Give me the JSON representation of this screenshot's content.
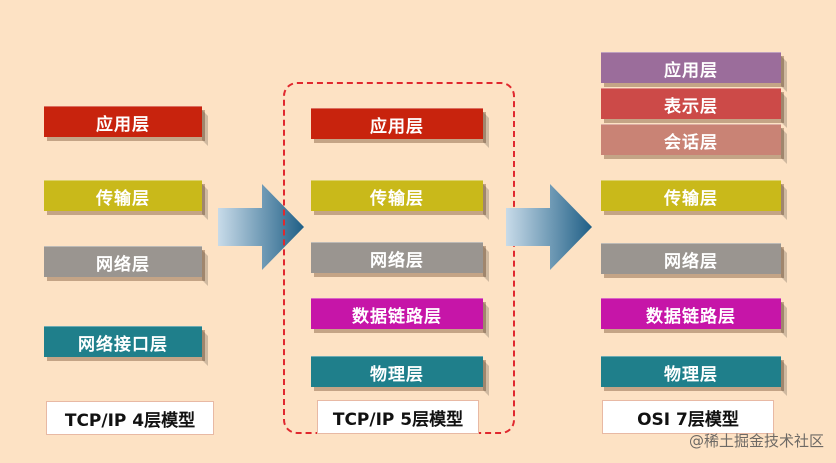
{
  "columns": [
    {
      "id": "tcpip4",
      "label": "TCP/IP 4层模型",
      "layers": [
        {
          "text": "应用层",
          "color": "#c8230d"
        },
        {
          "text": "传输层",
          "color": "#c9b91a"
        },
        {
          "text": "网络层",
          "color": "#9a9590"
        },
        {
          "text": "网络接口层",
          "color": "#1f7f8b"
        }
      ]
    },
    {
      "id": "tcpip5",
      "label": "TCP/IP 5层模型",
      "layers": [
        {
          "text": "应用层",
          "color": "#c8230d"
        },
        {
          "text": "传输层",
          "color": "#c9b91a"
        },
        {
          "text": "网络层",
          "color": "#9a9590"
        },
        {
          "text": "数据链路层",
          "color": "#c615a8"
        },
        {
          "text": "物理层",
          "color": "#1f7f8b"
        }
      ]
    },
    {
      "id": "osi7",
      "label": "OSI 7层模型",
      "layers": [
        {
          "text": "应用层",
          "color": "#9b6d9b"
        },
        {
          "text": "表示层",
          "color": "#cc4a48"
        },
        {
          "text": "会话层",
          "color": "#c98375"
        },
        {
          "text": "传输层",
          "color": "#c9b91a"
        },
        {
          "text": "网络层",
          "color": "#9a9590"
        },
        {
          "text": "数据链路层",
          "color": "#c615a8"
        },
        {
          "text": "物理层",
          "color": "#1f7f8b"
        }
      ]
    }
  ],
  "watermark": "@稀土掘金技术社区"
}
